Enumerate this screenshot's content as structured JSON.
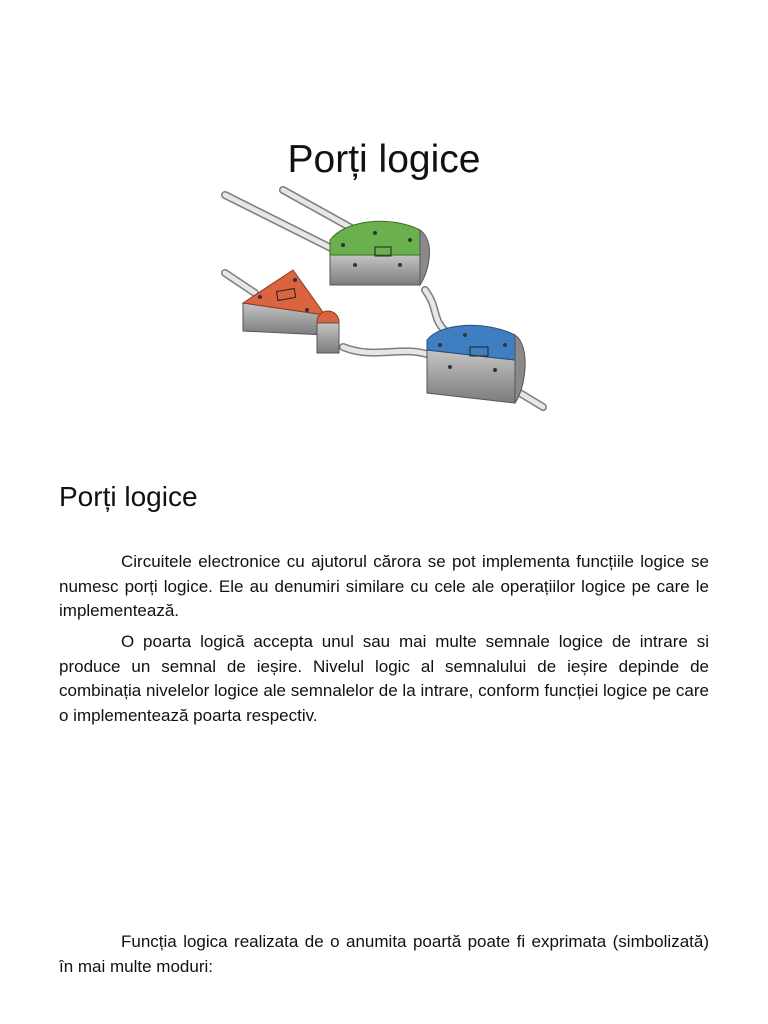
{
  "page": {
    "title": "Porți logice",
    "section_heading": "Porți logice",
    "paragraphs": [
      "Circuitele electronice cu ajutorul cărora se pot implementa funcțiile logice se numesc porți logice. Ele au denumiri similare cu cele ale operațiilor logice pe care le implementează.",
      "O poarta logică accepta unul sau mai multe semnale logice de intrare si produce un semnal de ieșire. Nivelul logic al semnalului de ieșire depinde de combinația nivelelor logice ale semnalelor de la intrare, conform funcției logice pe care o implementează poarta respectiv.",
      "Funcția logica realizata de o anumita poartă poate fi exprimata (simbolizată) în mai multe moduri:"
    ]
  },
  "illustration": {
    "icon": "logic-gates-illustration",
    "gate_colors": {
      "green": "#6ab04c",
      "orange": "#d9643f",
      "blue": "#3f7fc1",
      "body": "#a9a9a9"
    }
  }
}
